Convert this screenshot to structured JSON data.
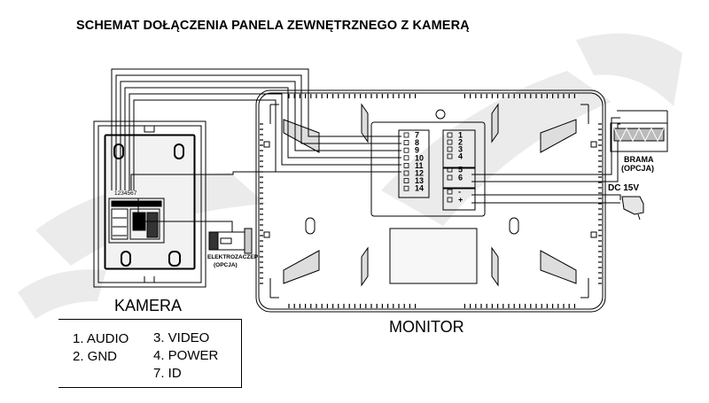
{
  "title": "SCHEMAT DOŁĄCZENIA PANELA ZEWNĘTRZNEGO Z KAMERĄ",
  "camera": {
    "label": "KAMERA",
    "connector_code": "1234567"
  },
  "monitor": {
    "label": "MONITOR",
    "left_terminals": [
      "7",
      "8",
      "9",
      "10",
      "11",
      "12",
      "13",
      "14"
    ],
    "right_terminals": [
      "1",
      "2",
      "3",
      "4",
      "5",
      "6",
      "-",
      "+"
    ]
  },
  "gate": {
    "label": "BRAMA",
    "sublabel": "(OPCJA)"
  },
  "power": {
    "label": "DC 15V"
  },
  "lock": {
    "label": "ELEKTROZACZEP",
    "sublabel": "(OPCJA)"
  },
  "legend": {
    "items": [
      "1. AUDIO",
      "2. GND",
      "3. VIDEO",
      "4. POWER",
      "7. ID"
    ]
  },
  "colors": {
    "line": "#000000",
    "watermark": "#e6e6e6"
  }
}
